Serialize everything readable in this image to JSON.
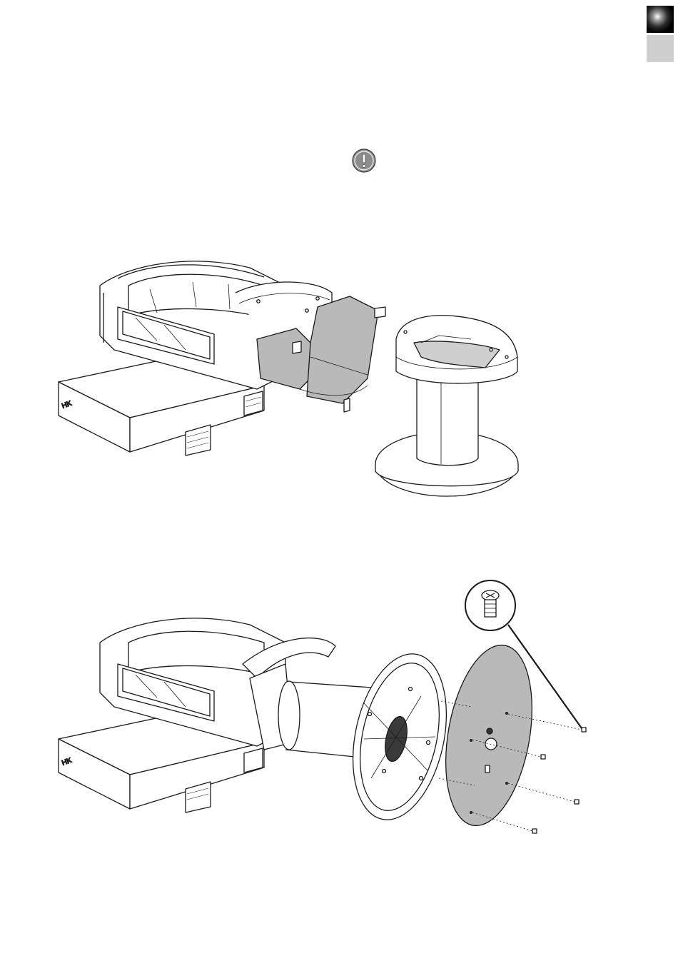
{
  "page": {
    "tabs": [
      {
        "name": "dark-tab"
      },
      {
        "name": "light-tab"
      }
    ],
    "warning_icon": "exclamation-icon",
    "figures": [
      {
        "name": "disassembly-step-figure",
        "logo": "HK"
      },
      {
        "name": "base-plate-mounting-figure",
        "logo": "HK"
      }
    ]
  }
}
